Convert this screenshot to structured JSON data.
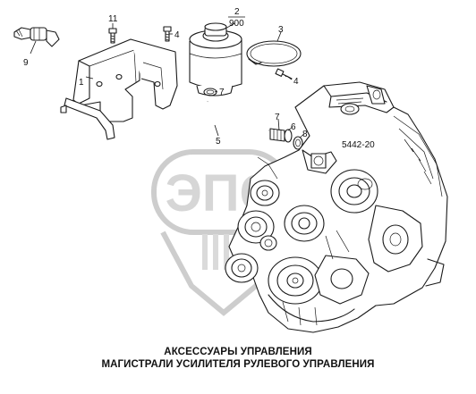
{
  "diagram": {
    "caption_line1": "АКСЕССУАРЫ УПРАВЛЕНИЯ",
    "caption_line2": "МАГИСТРАЛИ УСИЛИТЕЛЯ РУЛЕВОГО УПРАВЛЕНИЯ",
    "engine_code": "5442-20",
    "callouts": {
      "part_1": "1",
      "part_2_top": "2",
      "part_2_bottom": "900",
      "part_3": "3",
      "part_4_a": "4",
      "part_4_b": "4",
      "part_5": "5",
      "part_6": "6",
      "part_7_a": "7",
      "part_7_b": "7",
      "part_8": "8",
      "part_9": "9",
      "part_11": "11"
    },
    "watermark": {
      "logo_text": "ЭПС",
      "color": "#c8c8c8"
    }
  }
}
